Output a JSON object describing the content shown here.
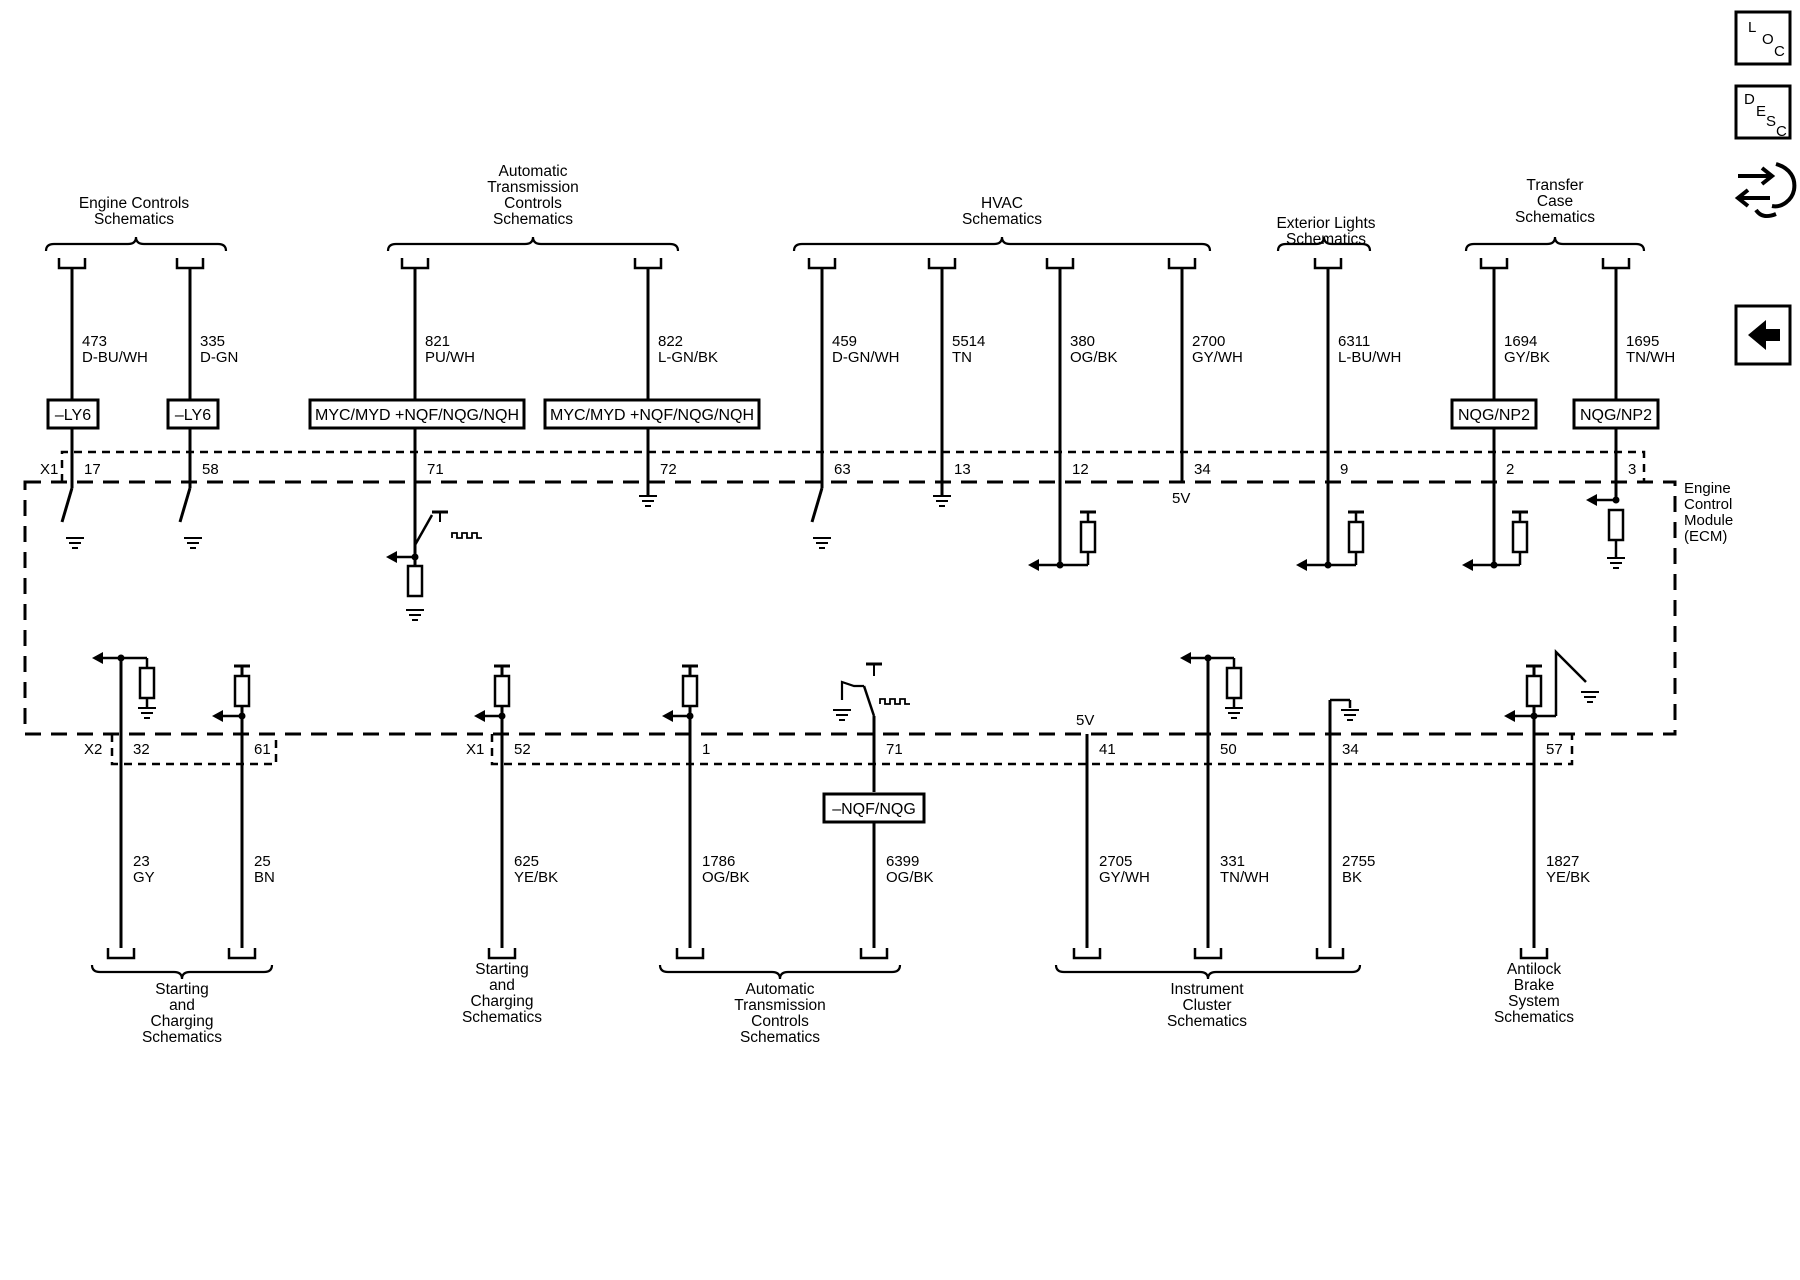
{
  "nav": {
    "loc": [
      "L",
      "O",
      "C"
    ],
    "desc": [
      "D",
      "E",
      "S",
      "C"
    ]
  },
  "ecm": {
    "label": [
      "Engine",
      "Control",
      "Module",
      "(ECM)"
    ],
    "x1_top": "X1",
    "x2_bot": "X2",
    "x1_bot": "X1",
    "v5_top": "5V",
    "v5_bot": "5V"
  },
  "top_groups": [
    {
      "lines": [
        "Engine Controls",
        "Schematics"
      ]
    },
    {
      "lines": [
        "Automatic",
        "Transmission",
        "Controls",
        "Schematics"
      ]
    },
    {
      "lines": [
        "HVAC",
        "Schematics"
      ]
    },
    {
      "lines": [
        "Exterior Lights",
        "Schematics"
      ]
    },
    {
      "lines": [
        "Transfer",
        "Case",
        "Schematics"
      ]
    }
  ],
  "top_wires": [
    {
      "circuit": "473",
      "color": "D-BU/WH",
      "pin": "17"
    },
    {
      "circuit": "335",
      "color": "D-GN",
      "pin": "58"
    },
    {
      "circuit": "821",
      "color": "PU/WH",
      "pin": "71"
    },
    {
      "circuit": "822",
      "color": "L-GN/BK",
      "pin": "72"
    },
    {
      "circuit": "459",
      "color": "D-GN/WH",
      "pin": "63"
    },
    {
      "circuit": "5514",
      "color": "TN",
      "pin": "13"
    },
    {
      "circuit": "380",
      "color": "OG/BK",
      "pin": "12"
    },
    {
      "circuit": "2700",
      "color": "GY/WH",
      "pin": "34"
    },
    {
      "circuit": "6311",
      "color": "L-BU/WH",
      "pin": "9"
    },
    {
      "circuit": "1694",
      "color": "GY/BK",
      "pin": "2"
    },
    {
      "circuit": "1695",
      "color": "TN/WH",
      "pin": "3"
    }
  ],
  "top_option_boxes": [
    "–LY6",
    "–LY6",
    "MYC/MYD +NQF/NQG/NQH",
    "MYC/MYD +NQF/NQG/NQH",
    "NQG/NP2",
    "NQG/NP2"
  ],
  "bottom_wires": [
    {
      "circuit": "23",
      "color": "GY",
      "pin": "32"
    },
    {
      "circuit": "25",
      "color": "BN",
      "pin": "61"
    },
    {
      "circuit": "625",
      "color": "YE/BK",
      "pin": "52"
    },
    {
      "circuit": "1786",
      "color": "OG/BK",
      "pin": "1"
    },
    {
      "circuit": "6399",
      "color": "OG/BK",
      "pin": "71"
    },
    {
      "circuit": "2705",
      "color": "GY/WH",
      "pin": "41"
    },
    {
      "circuit": "331",
      "color": "TN/WH",
      "pin": "50"
    },
    {
      "circuit": "2755",
      "color": "BK",
      "pin": "34"
    },
    {
      "circuit": "1827",
      "color": "YE/BK",
      "pin": "57"
    }
  ],
  "bottom_option_box": "–NQF/NQG",
  "bottom_groups": [
    {
      "lines": [
        "Starting",
        "and",
        "Charging",
        "Schematics"
      ]
    },
    {
      "lines": [
        "Starting",
        "and",
        "Charging",
        "Schematics"
      ]
    },
    {
      "lines": [
        "Automatic",
        "Transmission",
        "Controls",
        "Schematics"
      ]
    },
    {
      "lines": [
        "Instrument",
        "Cluster",
        "Schematics"
      ]
    },
    {
      "lines": [
        "Antilock",
        "Brake",
        "System",
        "Schematics"
      ]
    }
  ]
}
